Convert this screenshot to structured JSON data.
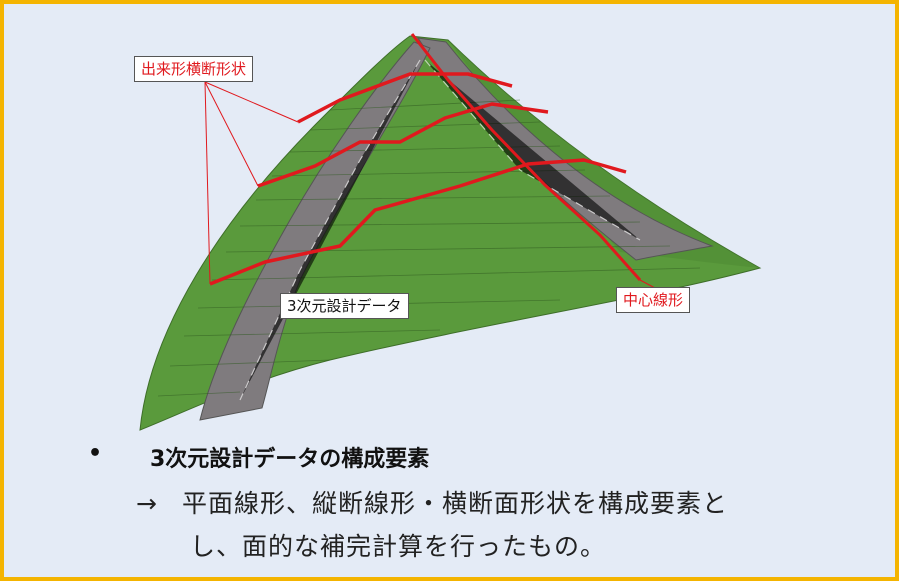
{
  "labels": {
    "cross_section": "出来形横断形状",
    "design_data": "3次元設計データ",
    "center_line": "中心線形"
  },
  "text": {
    "bullet": "•",
    "title": "3次元設計データの構成要素",
    "arrow": "→",
    "desc_line1": "平面線形、縦断線形・横断面形状を構成要素と",
    "desc_line2": "し、面的な補完計算を行ったもの。"
  },
  "colors": {
    "frame_border": "#f4b400",
    "background": "#e4ebf6",
    "slope_green": "#5a9a3c",
    "road_gray": "#7f7b7e",
    "accent_red": "#e0191e"
  }
}
